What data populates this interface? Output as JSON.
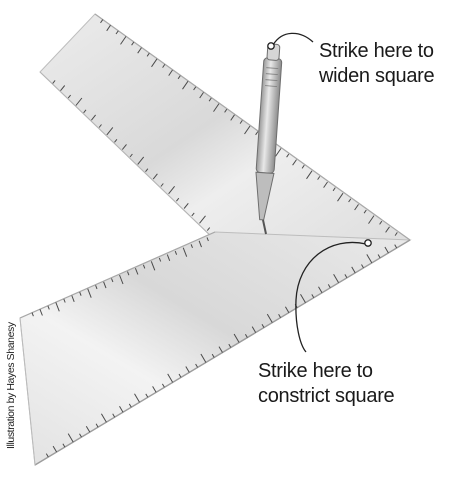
{
  "callouts": {
    "widen": {
      "line1": "Strike here to",
      "line2": "widen square"
    },
    "constrict": {
      "line1": "Strike here to",
      "line2": "constrict square"
    }
  },
  "credit": "Illustration by Hayes Shanesy",
  "colors": {
    "steel": "#e4e4e4",
    "steel_shadow": "#cfcfcf",
    "steel_highlight": "#f4f4f4",
    "ink": "#333333",
    "punch_body": "#c9c9c9"
  },
  "icons": [
    "center-punch-icon",
    "strike-point-marker"
  ]
}
